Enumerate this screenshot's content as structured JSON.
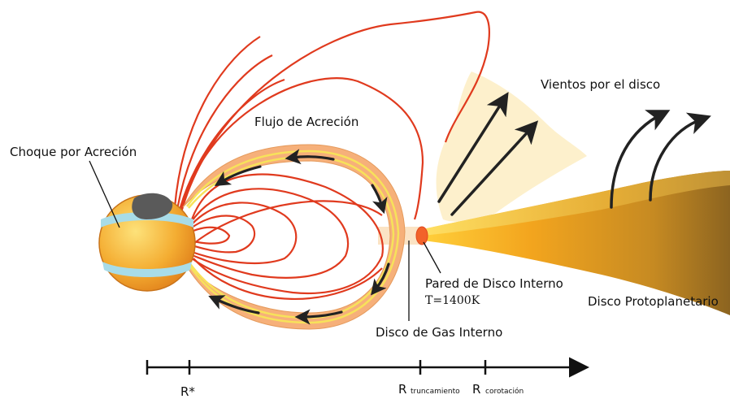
{
  "labels": {
    "accretion_shock": "Choque por Acreción",
    "accretion_flow": "Flujo de Acreción",
    "disk_winds": "Vientos por el disco",
    "inner_disk_wall": "Pared de Disco Interno",
    "wall_temperature": "T=1400K",
    "protoplanetary_disk": "Disco Protoplanetario",
    "inner_gas_disk": "Disco de Gas Interno"
  },
  "axis": {
    "r_star": "R*",
    "r_trunc_symbol": "R",
    "r_trunc_sub": "truncamiento",
    "r_corot_symbol": "R",
    "r_corot_sub": "corotación"
  },
  "colors": {
    "field_lines": "#e03a1e",
    "star_body": "#f2a530",
    "star_spot": "#5a5a5a",
    "hot_bands": "#a8dce8",
    "accretion_funnel": "#f6b07a",
    "funnel_stripes": "#f7e25a",
    "disk_inner": "#f6b21c",
    "disk_outer": "#8c6420",
    "wind_cone": "#fdf0cc",
    "arrows": "#222222"
  }
}
